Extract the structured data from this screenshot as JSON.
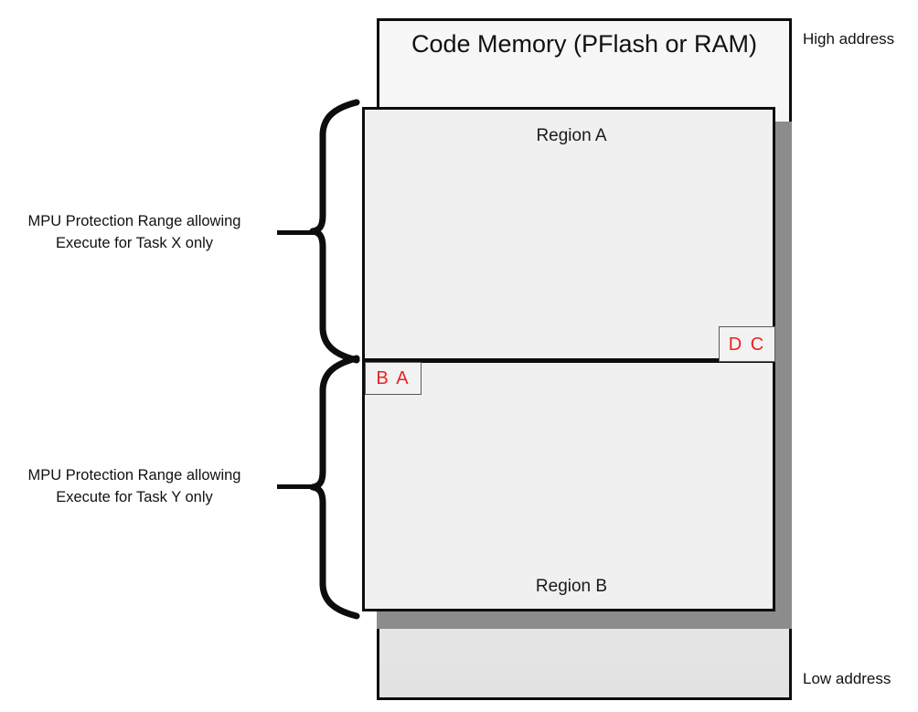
{
  "diagram": {
    "title": "Code Memory (PFlash or RAM)",
    "outer_box": {
      "label": "Code Memory (PFlash or RAM)",
      "fill": "#f2f2f2",
      "border": "#0d0d0d"
    },
    "address_labels": {
      "high": "High address",
      "low": "Low address"
    },
    "regions": [
      {
        "id": "region-a",
        "label": "Region A",
        "fill": "#f0f0f0",
        "border": "#0d0d0d"
      },
      {
        "id": "region-b",
        "label": "Region B",
        "fill": "#f0f0f0",
        "border": "#0d0d0d"
      }
    ],
    "chips": [
      {
        "id": "chip-dc",
        "label": "D C",
        "color": "#ee2020",
        "fill": "#f2f2f2",
        "border": "#5a5a5a"
      },
      {
        "id": "chip-ba",
        "label": "B A",
        "color": "#ee2020",
        "fill": "#f2f2f2",
        "border": "#5a5a5a"
      }
    ],
    "protection_ranges": [
      {
        "id": "range-task-x",
        "line1": "MPU Protection Range allowing",
        "line2": "Execute for Task X only"
      },
      {
        "id": "range-task-y",
        "line1": "MPU Protection Range allowing",
        "line2": "Execute for Task Y only"
      }
    ],
    "shadow_color": "#8c8c8c",
    "stroke_color": "#0d0d0d"
  }
}
